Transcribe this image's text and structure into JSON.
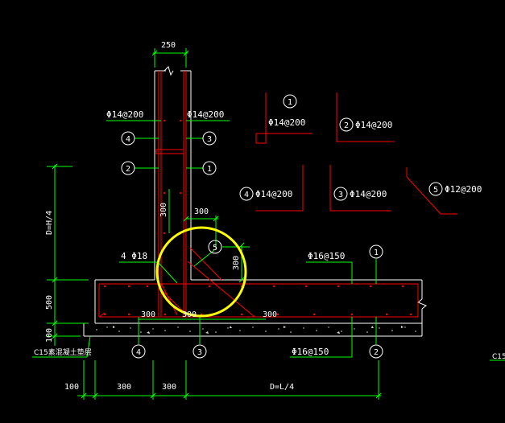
{
  "colors": {
    "background": "#000000",
    "dimension": "#00ff00",
    "outline": "#ffffff",
    "rebar": "#ff0000",
    "highlight": "#ffff00",
    "concrete": "#d8d8d8"
  },
  "dims": {
    "wall_width": "250",
    "height_h4": "D=H/4",
    "base_thickness": "500",
    "blinding_thickness": "100",
    "bottom_offset": "100",
    "bottom_a": "300",
    "bottom_b": "300",
    "bottom_l4": "D=L/4",
    "haunch_h": "300",
    "haunch_v": "300",
    "wall_300": "300",
    "base_300_left": "300",
    "base_300_mid": "300",
    "base_300_right": "300"
  },
  "rebar_labels": {
    "wall_left": "Φ14@200",
    "wall_right": "Φ14@200",
    "anchor": "4 Φ18",
    "base_top": "Φ16@150",
    "base_bottom": "Φ16@150"
  },
  "markers": {
    "m4_wall": "4",
    "m3_wall": "3",
    "m2_wall": "2",
    "m1_wall": "1",
    "m5_haunch": "5",
    "m1_base": "1",
    "m4_bottom": "4",
    "m3_bottom": "3",
    "m2_bottom": "2"
  },
  "blinding_label": "C15素混凝土垫层",
  "blinding_label_cut": "C15",
  "legend": {
    "b1": {
      "num": "1",
      "spec": "Φ14@200"
    },
    "b2": {
      "num": "2",
      "spec": "Φ14@200"
    },
    "b3": {
      "num": "3",
      "spec": "Φ14@200"
    },
    "b4": {
      "num": "4",
      "spec": "Φ14@200"
    },
    "b5": {
      "num": "5",
      "spec": "Φ12@200"
    }
  }
}
